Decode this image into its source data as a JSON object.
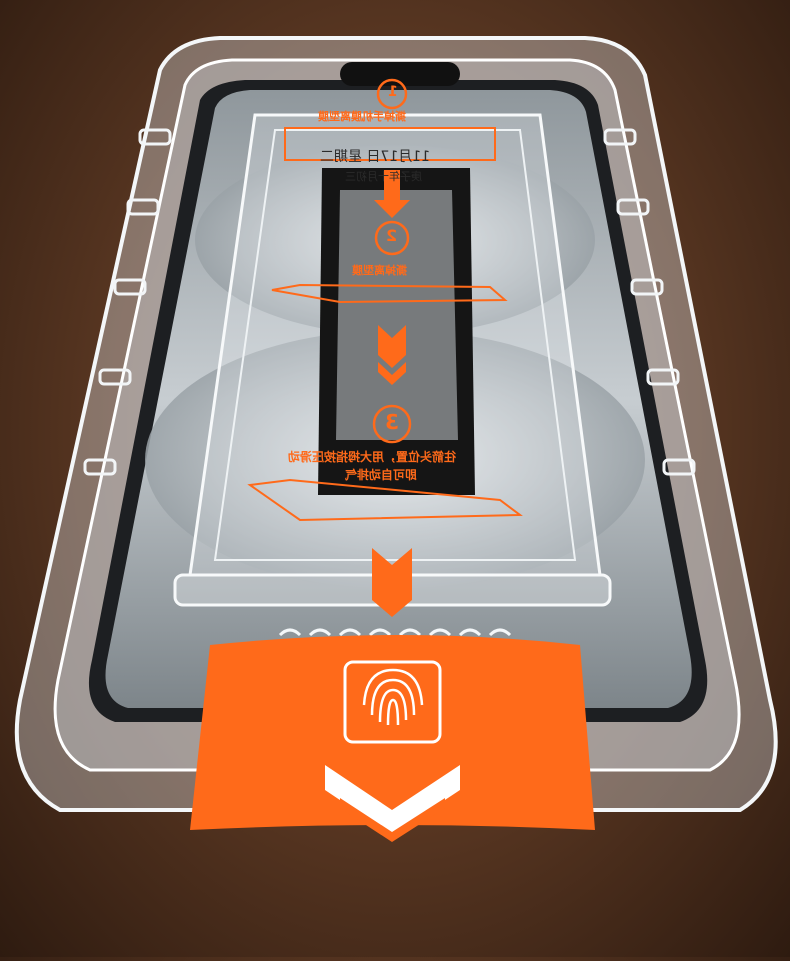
{
  "scene": {
    "background_color": "#6b4329",
    "accent_color": "#ff6a1a",
    "tray_color": "#e8eef2"
  },
  "steps": [
    {
      "number": "1",
      "instruction": "撕掉手机膜离型膜"
    },
    {
      "number": "2",
      "instruction": "撕掉离型膜"
    },
    {
      "number": "3",
      "instruction": "往箭头位置，用大拇指按压滑动",
      "instruction_line2": "即可自动排气"
    }
  ],
  "phone_lock_screen": {
    "date": "11月17日 星期二",
    "lunar": "庚子年十月初三"
  },
  "pull_tab": {
    "icon": "fingerprint-icon",
    "arrow_icon": "double-chevron-down-icon",
    "color": "#ff6a1a"
  }
}
